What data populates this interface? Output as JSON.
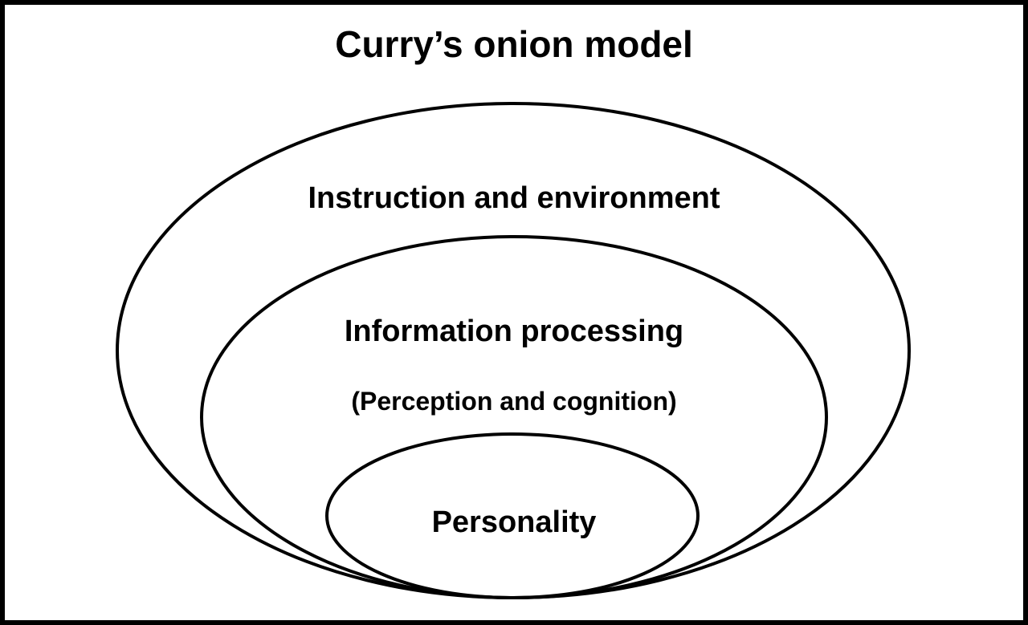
{
  "title": "Curry’s onion model",
  "layers": [
    {
      "label": "Instruction and environment"
    },
    {
      "label": "Information processing",
      "sublabel": "(Perception and cognition)"
    },
    {
      "label": "Personality"
    }
  ]
}
